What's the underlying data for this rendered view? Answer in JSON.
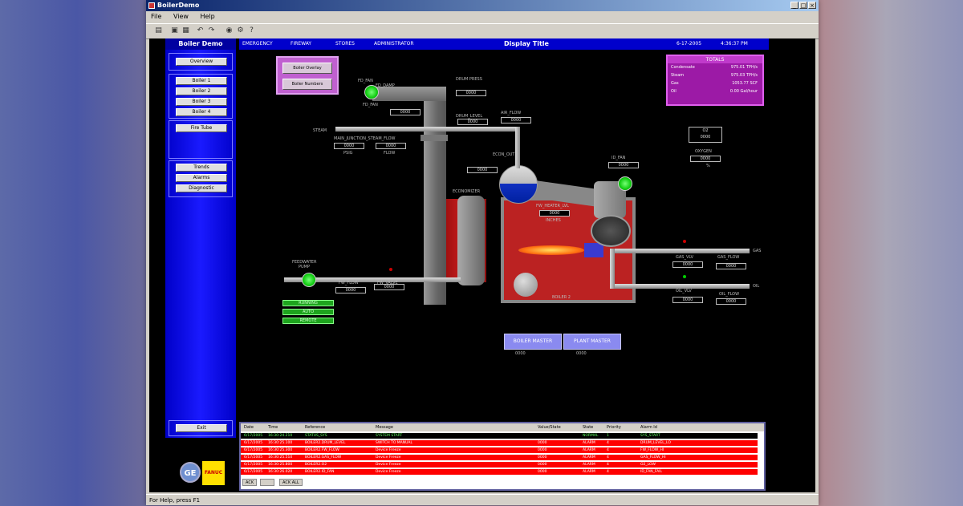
{
  "window": {
    "title": "BoilerDemo",
    "menu": [
      "File",
      "View",
      "Help"
    ]
  },
  "statusbar": {
    "text": "For Help, press F1"
  },
  "sidebar": {
    "title": "Boiler Demo",
    "overview": "Overview",
    "boilers": [
      "Boiler 1",
      "Boiler 2",
      "Boiler 3",
      "Boiler 4"
    ],
    "fire_tube": "Fire Tube",
    "tools": [
      "Trends",
      "Alarms",
      "Diagnostic"
    ],
    "exit": "Exit",
    "logo_ge": "GE",
    "logo_right": "FANUC"
  },
  "header": {
    "nav": [
      "EMERGENCY",
      "FIREWAY",
      "STORES",
      "ADMINISTRATOR"
    ],
    "display_title": "Display Title",
    "date": "6-17-2005",
    "time": "4:36:37 PM"
  },
  "overlay_buttons": [
    "Boiler Overlay",
    "Boiler Numbers"
  ],
  "totals": {
    "title": "TOTALS",
    "rows": [
      {
        "k": "Condensate",
        "v": "975.01 TPH/s"
      },
      {
        "k": "Steam",
        "v": "975.03 TPH/s"
      },
      {
        "k": "Gas",
        "v": "1053.77 SCF"
      },
      {
        "k": "Oil",
        "v": "0.00 Gal/hour"
      }
    ]
  },
  "process": {
    "fd_fan": "FD_FAN",
    "fd_fan_status": "FD_FAN",
    "fd_damp": "FD_DAMP",
    "fd_damp_value": "0000",
    "drum_press": "DRUM PRESS",
    "drum_press_value": "0000",
    "drum_level": "DRUM_LEVEL",
    "drum_level_value": "0000",
    "air_flow": "AIR_FLOW",
    "air_flow_value": "0000",
    "steam": "STEAM",
    "steam_header": "MAIN_JUNCTION_STEAM_FLOW",
    "steam_a": "0000",
    "steam_a_lbl": "PSIG",
    "steam_b": "0000",
    "steam_b_lbl": "FLOW",
    "econ_out": "ECON_OUT",
    "econ_out_value": "0000",
    "economizer": "ECONOMIZER",
    "id_fan": "ID_FAN",
    "id_fan_value": "0000",
    "fw_heater": "FW_HEATER_LVL",
    "fw_heater_value": "0000",
    "fw_heater_unit": "INCHES",
    "o2_box": "O2",
    "o2_value": "0000",
    "o2_lbl": "OXYGEN",
    "o2_unit": "%",
    "feedwater": "FEEDWATER",
    "feedwater_pump": "PUMP",
    "fw_flow": "FW_FLOW",
    "fw_flow_value": "0000",
    "fw_valve": "FW_VALVE",
    "fw_valve_value": "0000",
    "green_boxes": [
      "RUNNING",
      "AUTO",
      "REMOTE"
    ],
    "boiler_label": "BOILER 2",
    "gas_valve": "GAS_VLV",
    "gas_valve_value": "0000",
    "gas_flow": "GAS_FLOW",
    "gas_flow_value": "0000",
    "oil_valve": "OIL_VLV",
    "oil_valve_value": "0000",
    "oil_flow": "OIL_FLOW",
    "oil_flow_value": "0000",
    "gas_end": "GAS",
    "oil_end": "OIL"
  },
  "modes": {
    "boiler_master": "BOILER MASTER",
    "boiler_master_value": "0000",
    "plant_master": "PLANT MASTER",
    "plant_master_value": "0000"
  },
  "alarm": {
    "columns": [
      "Date",
      "Time",
      "Reference",
      "Message",
      "Value/State",
      "State",
      "Priority",
      "Alarm Id"
    ],
    "rows": [
      {
        "bg": "#000000",
        "fg": "#60ff60",
        "cells": [
          "6/17/2005",
          "16:30:24.210",
          "STATUS_SYS",
          "SYSTEM START",
          "",
          "NORMAL",
          "1",
          "SYS_START"
        ]
      },
      {
        "bg": "#ff0000",
        "fg": "#ffffff",
        "cells": [
          "6/17/2005",
          "16:30:25.100",
          "BOILER2.DRUM_LEVEL",
          "SWITCH TO MANUAL",
          "0000",
          "ALARM",
          "4",
          "DRUM_LEVEL_LO"
        ]
      },
      {
        "bg": "#ff0000",
        "fg": "#ffffff",
        "cells": [
          "6/17/2005",
          "16:30:25.300",
          "BOILER2.FW_FLOW",
          "Device Freeze",
          "0000",
          "ALARM",
          "4",
          "FW_FLOW_HI"
        ]
      },
      {
        "bg": "#ff0000",
        "fg": "#ffffff",
        "cells": [
          "6/17/2005",
          "16:30:25.510",
          "BOILER2.GAS_FLOW",
          "Device Freeze",
          "0000",
          "ALARM",
          "4",
          "GAS_FLOW_HI"
        ]
      },
      {
        "bg": "#ff0000",
        "fg": "#ffffff",
        "cells": [
          "6/17/2005",
          "16:30:25.800",
          "BOILER2.O2",
          "Device Freeze",
          "0000",
          "ALARM",
          "4",
          "O2_LOW"
        ]
      },
      {
        "bg": "#ff0000",
        "fg": "#ffffff",
        "cells": [
          "6/17/2005",
          "16:30:26.020",
          "BOILER2.ID_FAN",
          "Device Freeze",
          "0000",
          "ALARM",
          "4",
          "ID_FAN_FAIL"
        ]
      }
    ],
    "footer": [
      "ACK",
      "",
      "ACK ALL"
    ]
  }
}
